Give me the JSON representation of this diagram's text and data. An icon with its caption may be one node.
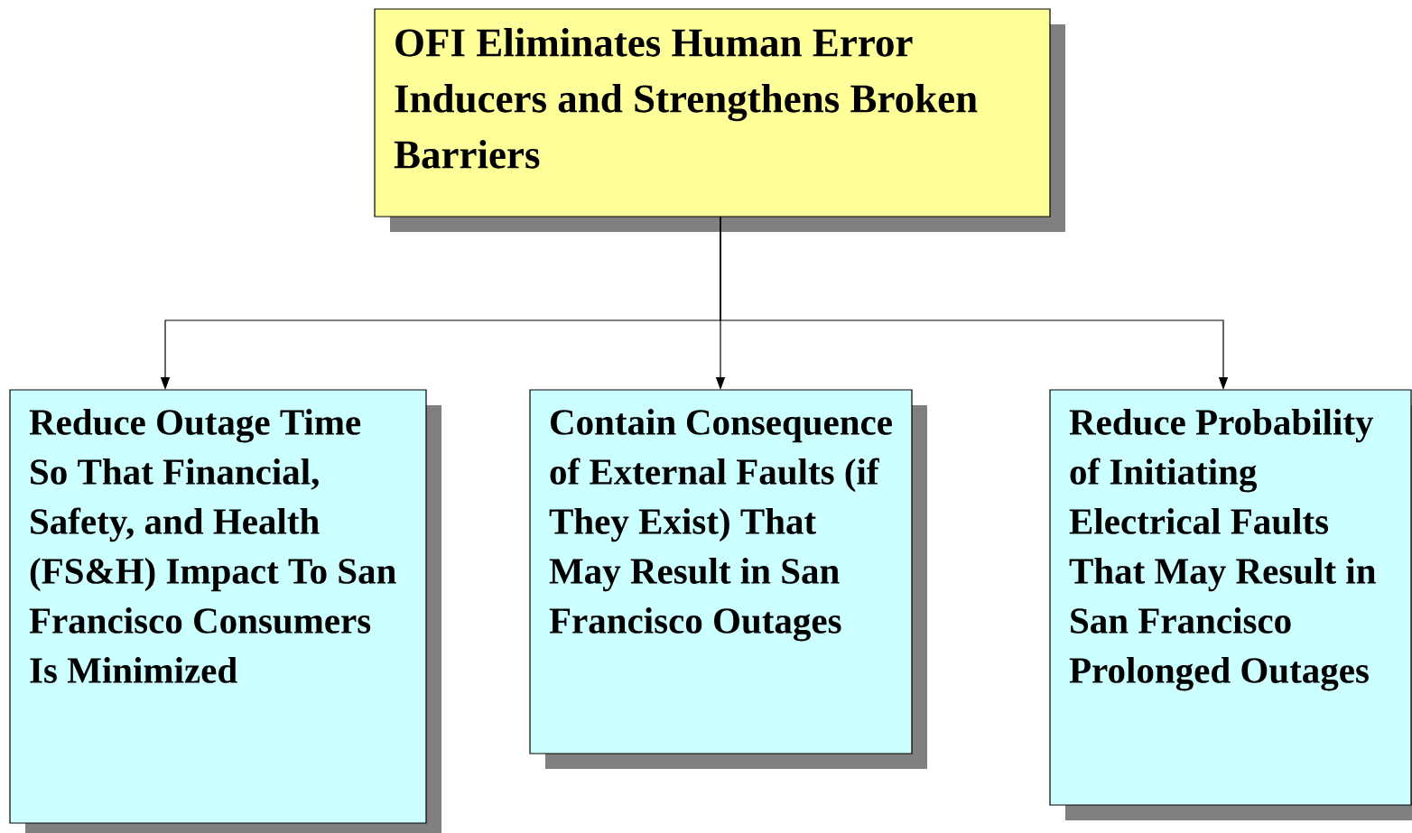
{
  "diagram": {
    "nodes": [
      {
        "text": [
          "OFI Eliminates Human Error Inducers and Strengthens Broken Barriers"
        ]
      },
      {
        "text": [
          "Reduce Outage Time So That Financial, Safety, and Health (FS&H) Impact To San Francisco Consumers Is Minimized"
        ]
      },
      {
        "text": [
          "Contain Consequence of External Faults (if They Exist) That May Result in San Francisco Outages"
        ]
      },
      {
        "text": [
          "Reduce Probability of Initiating Electrical Faults That May Result in San Francisco Prolonged Outages"
        ]
      }
    ],
    "edges": [
      {
        "from": 0,
        "to": 1,
        "arrow": "to"
      },
      {
        "from": 0,
        "to": 2,
        "arrow": "to"
      },
      {
        "from": 0,
        "to": 3,
        "arrow": "to"
      }
    ]
  }
}
